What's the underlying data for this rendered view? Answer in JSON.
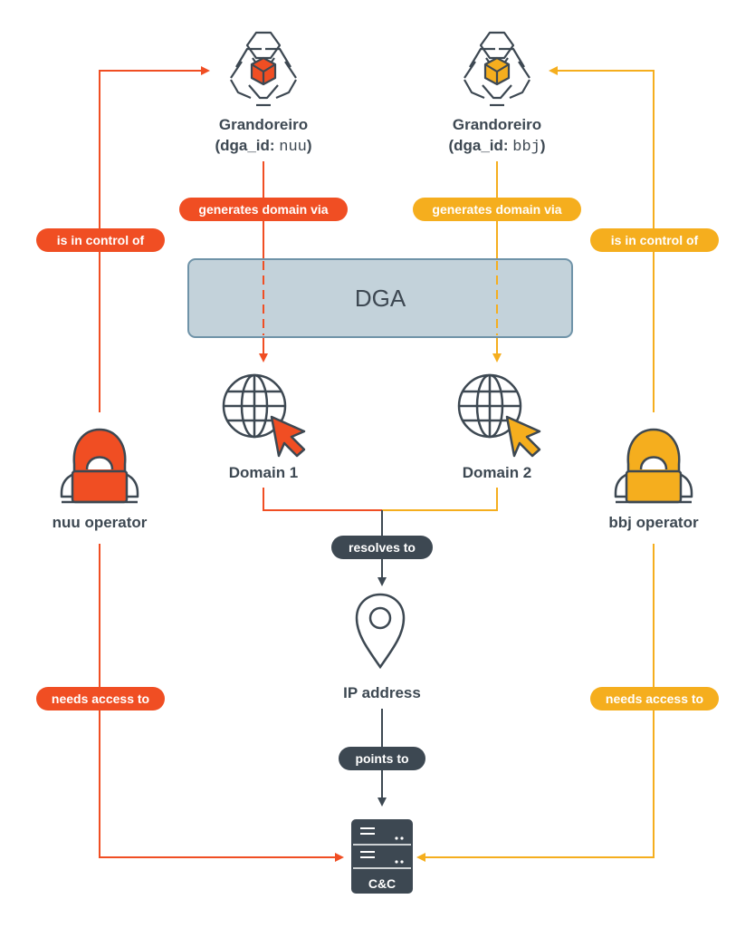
{
  "colors": {
    "red": "#F04E23",
    "yellow": "#F5AE1E",
    "dark": "#3D4852",
    "dga_fill": "#C3D2DA",
    "dga_stroke": "#6F93A8"
  },
  "nodes": {
    "grandoreiro_left": {
      "name": "Grandoreiro",
      "id_prefix": "(dga_id: ",
      "id_value": "nuu",
      "id_suffix": ")",
      "icon": "hexagon-cluster-icon"
    },
    "grandoreiro_right": {
      "name": "Grandoreiro",
      "id_prefix": "(dga_id: ",
      "id_value": "bbj",
      "id_suffix": ")",
      "icon": "hexagon-cluster-icon"
    },
    "dga": {
      "label": "DGA"
    },
    "domain1": {
      "label": "Domain 1",
      "icon": "globe-cursor-icon"
    },
    "domain2": {
      "label": "Domain 2",
      "icon": "globe-cursor-icon"
    },
    "nuu_operator": {
      "label": "nuu operator",
      "icon": "hooded-hacker-icon"
    },
    "bbj_operator": {
      "label": "bbj operator",
      "icon": "hooded-hacker-icon"
    },
    "ip": {
      "label": "IP address",
      "icon": "location-pin-icon"
    },
    "cc": {
      "label": "C&C",
      "icon": "server-icon"
    }
  },
  "edges": {
    "left_generates": "generates domain via",
    "right_generates": "generates domain via",
    "left_control": "is in control of",
    "right_control": "is in control of",
    "resolves": "resolves to",
    "points": "points to",
    "left_access": "needs access to",
    "right_access": "needs access to"
  }
}
